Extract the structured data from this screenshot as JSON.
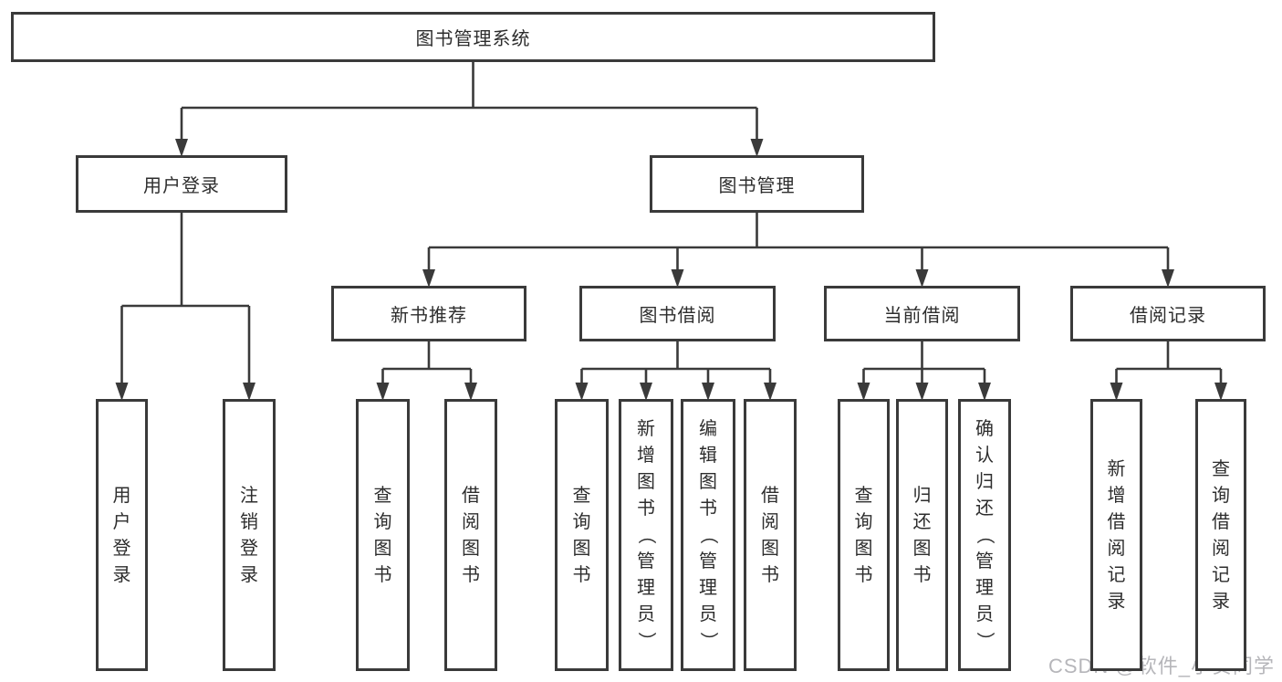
{
  "colors": {
    "background": "#ffffff",
    "line": "#3a3a3a",
    "box_border": "#3a3a3a",
    "text": "#2d2d2d",
    "watermark": "#b6b6ba"
  },
  "watermark": {
    "text": "CSDN @软件_小贺同学"
  },
  "tree": {
    "id": "library-system",
    "label": "图书管理系统",
    "children": [
      {
        "id": "user-login",
        "label": "用户登录",
        "children": [
          {
            "id": "user-login-action",
            "label": "用户登录"
          },
          {
            "id": "logout-action",
            "label": "注销登录"
          }
        ]
      },
      {
        "id": "book-management",
        "label": "图书管理",
        "children": [
          {
            "id": "new-book-recommend",
            "label": "新书推荐",
            "children": [
              {
                "id": "query-books-recommend",
                "label": "查询图书"
              },
              {
                "id": "borrow-books-recommend",
                "label": "借阅图书"
              }
            ]
          },
          {
            "id": "book-borrowing",
            "label": "图书借阅",
            "children": [
              {
                "id": "query-books-borrowing",
                "label": "查询图书"
              },
              {
                "id": "add-books-admin",
                "label": "新增图书（管理员）"
              },
              {
                "id": "edit-books-admin",
                "label": "编辑图书（管理员）"
              },
              {
                "id": "borrow-books-borrowing",
                "label": "借阅图书"
              }
            ]
          },
          {
            "id": "current-borrowing",
            "label": "当前借阅",
            "children": [
              {
                "id": "query-books-current",
                "label": "查询图书"
              },
              {
                "id": "return-books",
                "label": "归还图书"
              },
              {
                "id": "confirm-return-admin",
                "label": "确认归还（管理员）"
              }
            ]
          },
          {
            "id": "borrowing-records",
            "label": "借阅记录",
            "children": [
              {
                "id": "add-borrow-record",
                "label": "新增借阅记录"
              },
              {
                "id": "query-borrow-record",
                "label": "查询借阅记录"
              }
            ]
          }
        ]
      }
    ]
  }
}
